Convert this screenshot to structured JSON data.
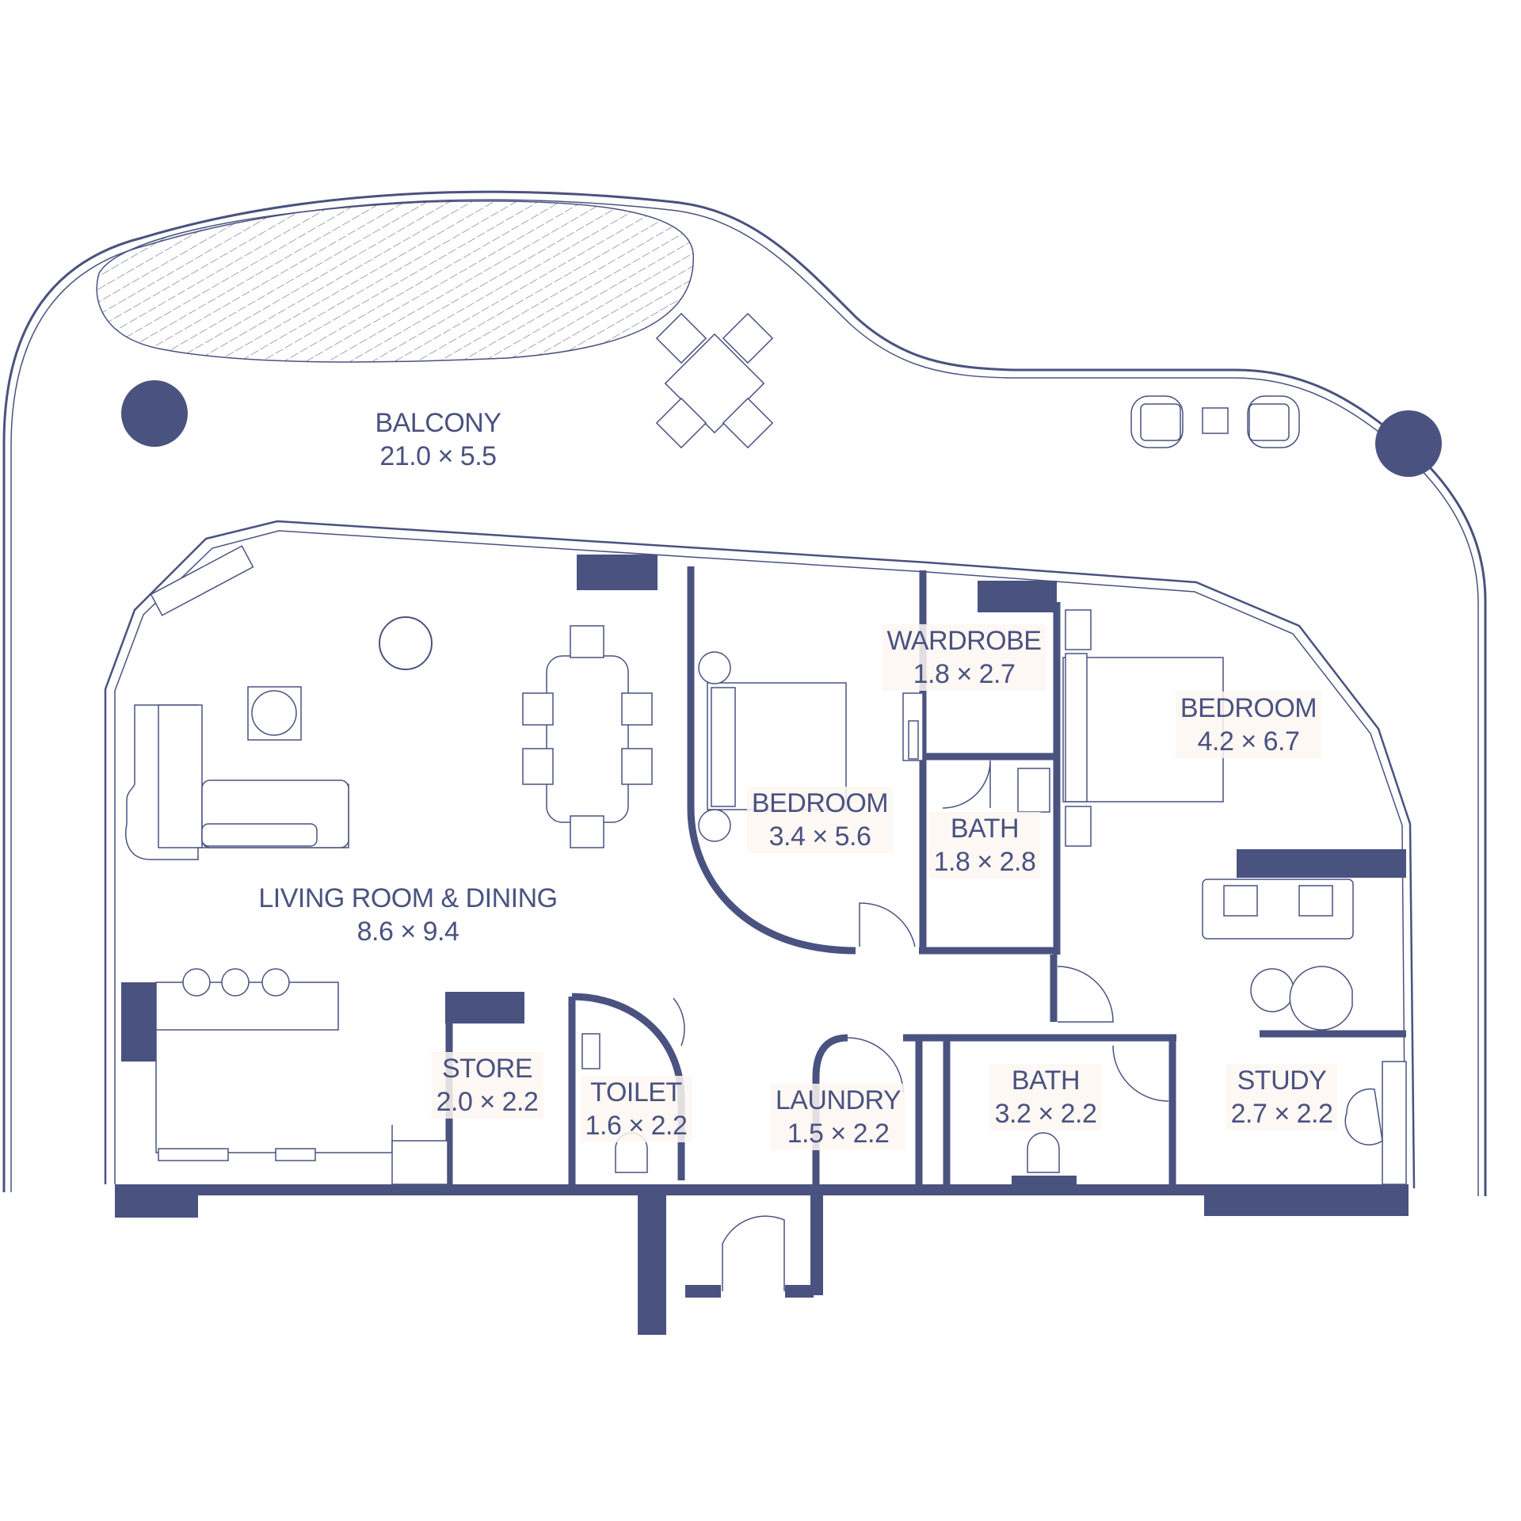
{
  "colors": {
    "ink": "#4a5280",
    "line": "#4a5280",
    "fill": "#4a5280",
    "label_bg": "#fdf7f2"
  },
  "rooms": [
    {
      "id": "balcony",
      "name": "BALCONY",
      "size": "21.0 × 5.5"
    },
    {
      "id": "living",
      "name": "LIVING ROOM & DINING",
      "size": "8.6 × 9.4"
    },
    {
      "id": "bedroom1",
      "name": "BEDROOM",
      "size": "3.4 × 5.6"
    },
    {
      "id": "wardrobe",
      "name": "WARDROBE",
      "size": "1.8 × 2.7"
    },
    {
      "id": "bath1",
      "name": "BATH",
      "size": "1.8 × 2.8"
    },
    {
      "id": "bedroom2",
      "name": "BEDROOM",
      "size": "4.2 × 6.7"
    },
    {
      "id": "store",
      "name": "STORE",
      "size": "2.0 × 2.2"
    },
    {
      "id": "toilet",
      "name": "TOILET",
      "size": "1.6 × 2.2"
    },
    {
      "id": "laundry",
      "name": "LAUNDRY",
      "size": "1.5 × 2.2"
    },
    {
      "id": "bath2",
      "name": "BATH",
      "size": "3.2 × 2.2"
    },
    {
      "id": "study",
      "name": "STUDY",
      "size": "2.7 × 2.2"
    }
  ]
}
